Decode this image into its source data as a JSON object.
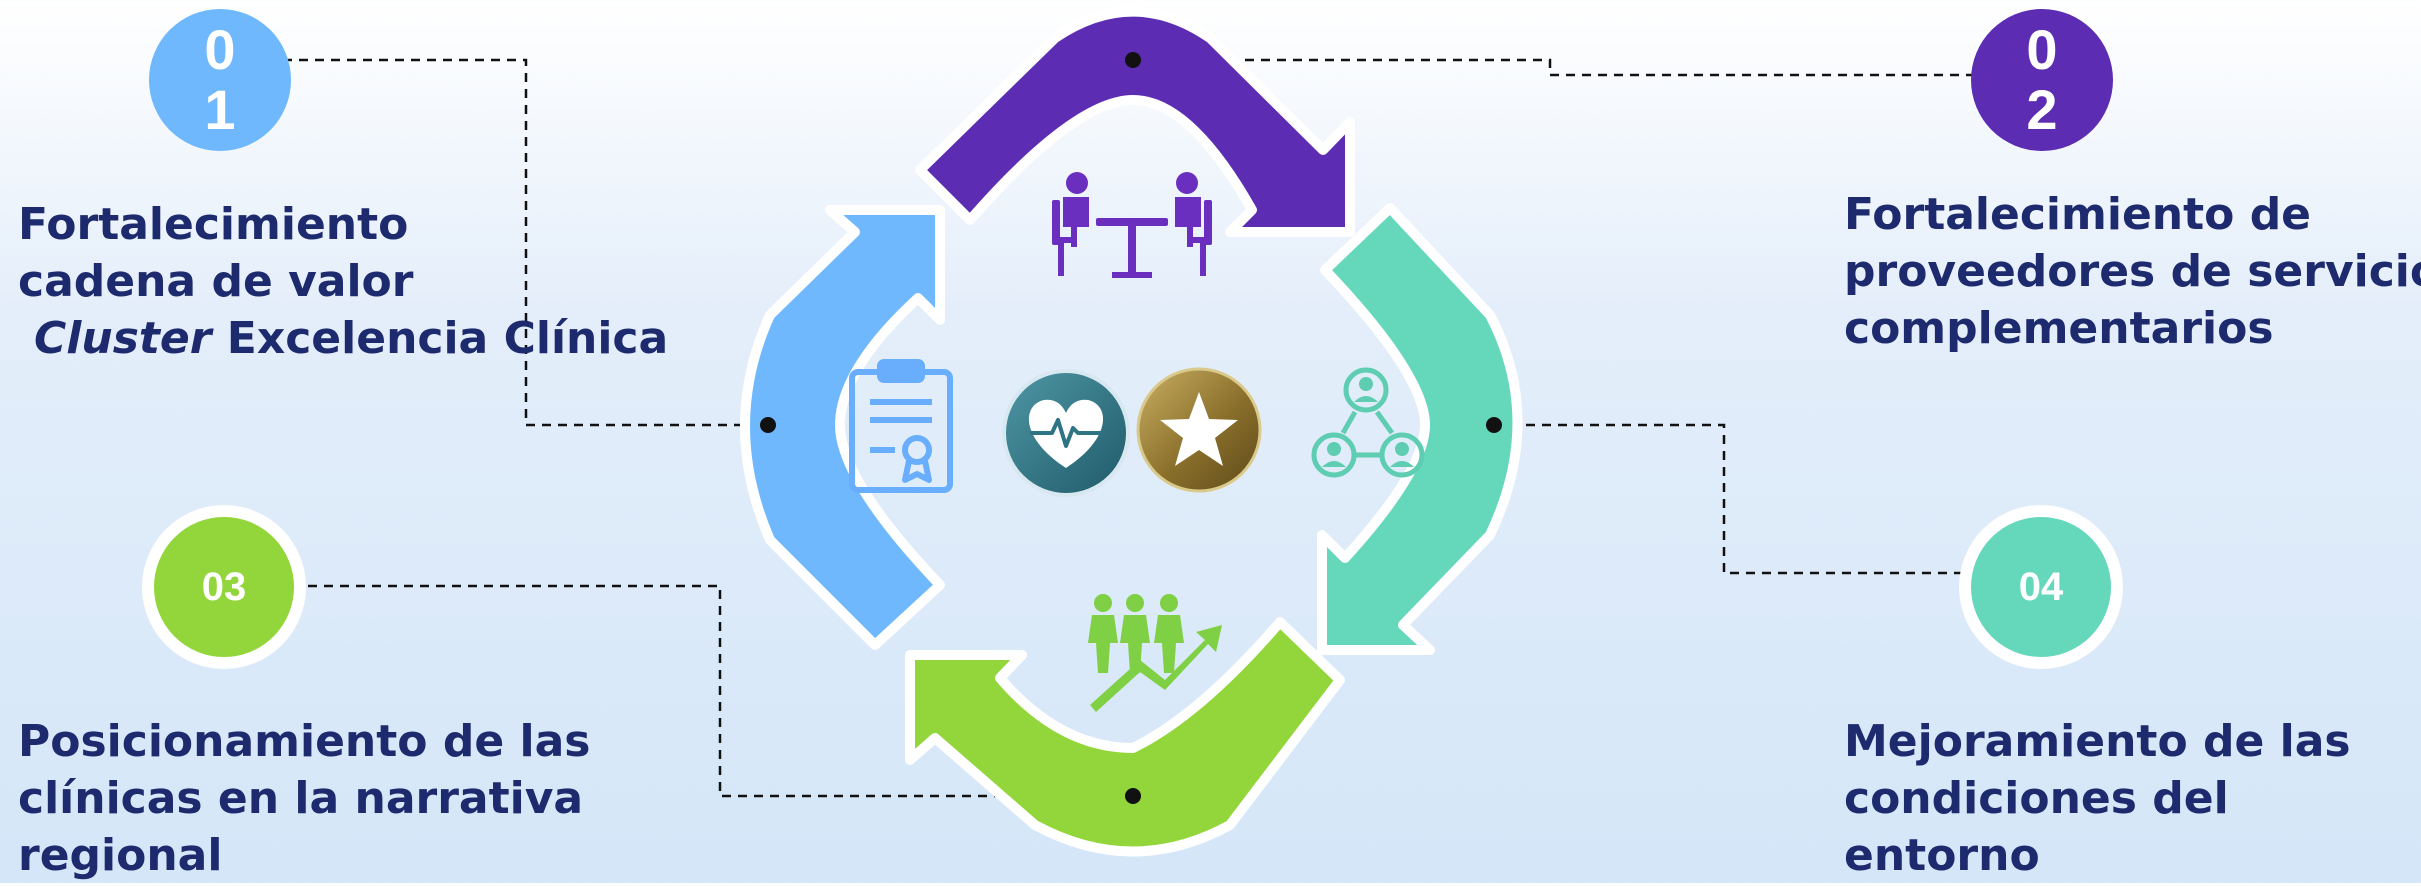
{
  "steps": [
    {
      "digits": [
        "0",
        "1"
      ],
      "lines": [
        "Fortalecimiento",
        "cadena de valor"
      ],
      "line3_italic": "Cluster",
      "line3_rest": " Excelencia Clínica",
      "color": "#6fb8fd"
    },
    {
      "digits": [
        "0",
        "2"
      ],
      "lines": [
        "Fortalecimiento de",
        "proveedores de servicios",
        "complementarios"
      ],
      "color": "#5c2cb3"
    },
    {
      "number": "03",
      "lines": [
        "Posicionamiento de las",
        "clínicas en la narrativa",
        "regional"
      ],
      "color": "#93d63c"
    },
    {
      "number": "04",
      "lines": [
        "Mejoramiento de las",
        "condiciones del",
        "entorno"
      ],
      "color": "#65d8bb"
    }
  ],
  "colors": {
    "title_text": "#1d2a6e",
    "arrow_purple": "#5c2cb3",
    "arrow_teal": "#65d8bb",
    "arrow_green": "#93d63c",
    "arrow_blue": "#6fb8fd",
    "connector": "#111111"
  },
  "icons": [
    "meeting-icon",
    "network-icon",
    "growth-people-icon",
    "certificate-icon",
    "heart-pulse-icon",
    "star-medal-icon"
  ]
}
